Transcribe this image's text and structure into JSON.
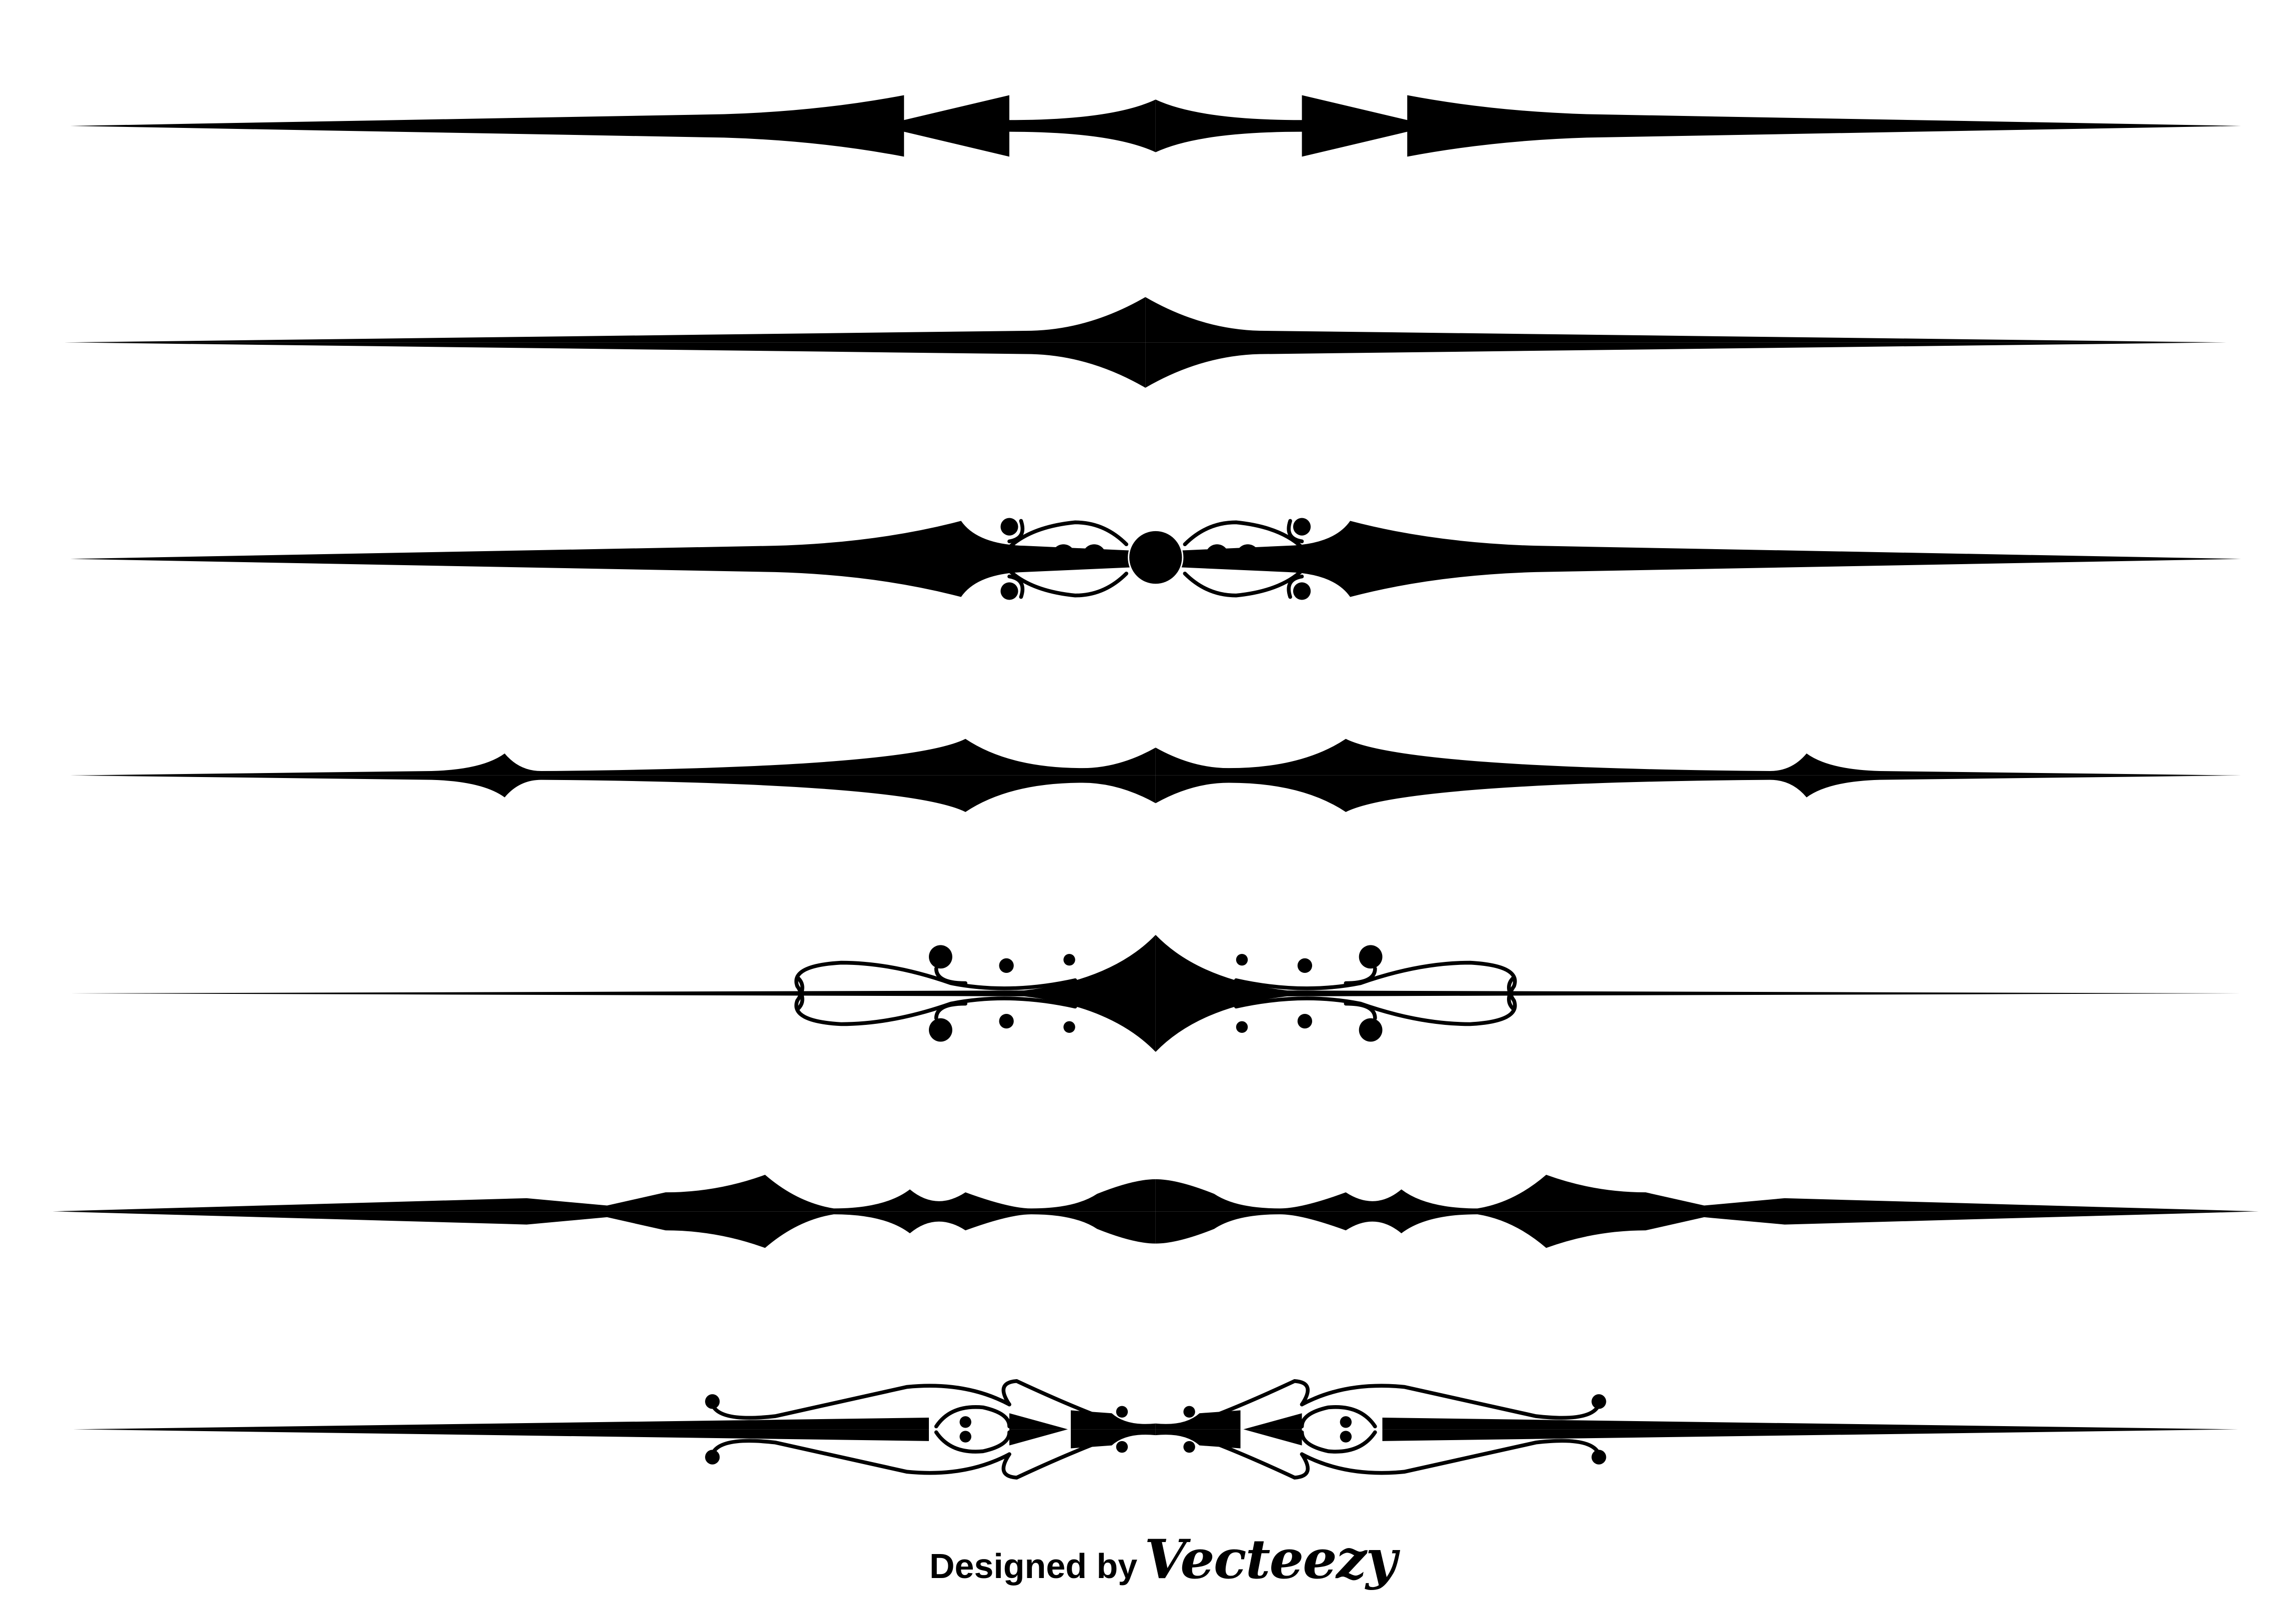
{
  "colors": {
    "ink": "#000000",
    "background": "#ffffff"
  },
  "dividers": [
    "arrow-divider",
    "diamond-divider",
    "scroll-dot-divider",
    "scalloped-divider",
    "flourish-diamond-divider",
    "wavy-divider",
    "arrow-flourish-divider"
  ],
  "credit": {
    "prefix": "Designed by",
    "brand": "Vecteezy"
  }
}
